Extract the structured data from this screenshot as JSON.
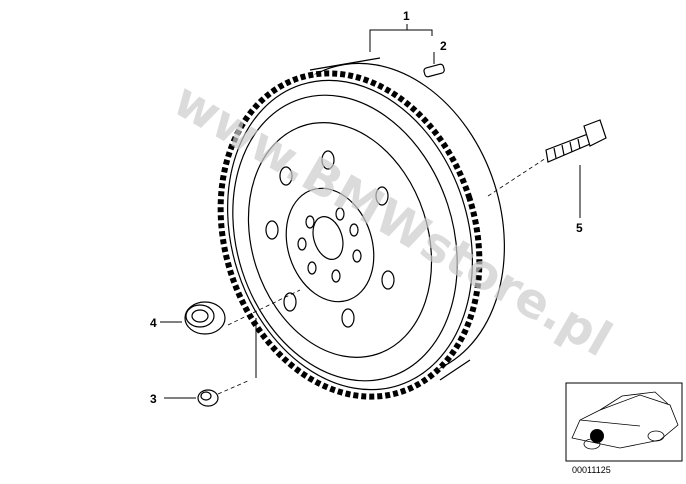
{
  "callouts": [
    "1",
    "2",
    "3",
    "4",
    "5"
  ],
  "watermark": "www.BMWstore.pl",
  "catalog_number": "00011125"
}
